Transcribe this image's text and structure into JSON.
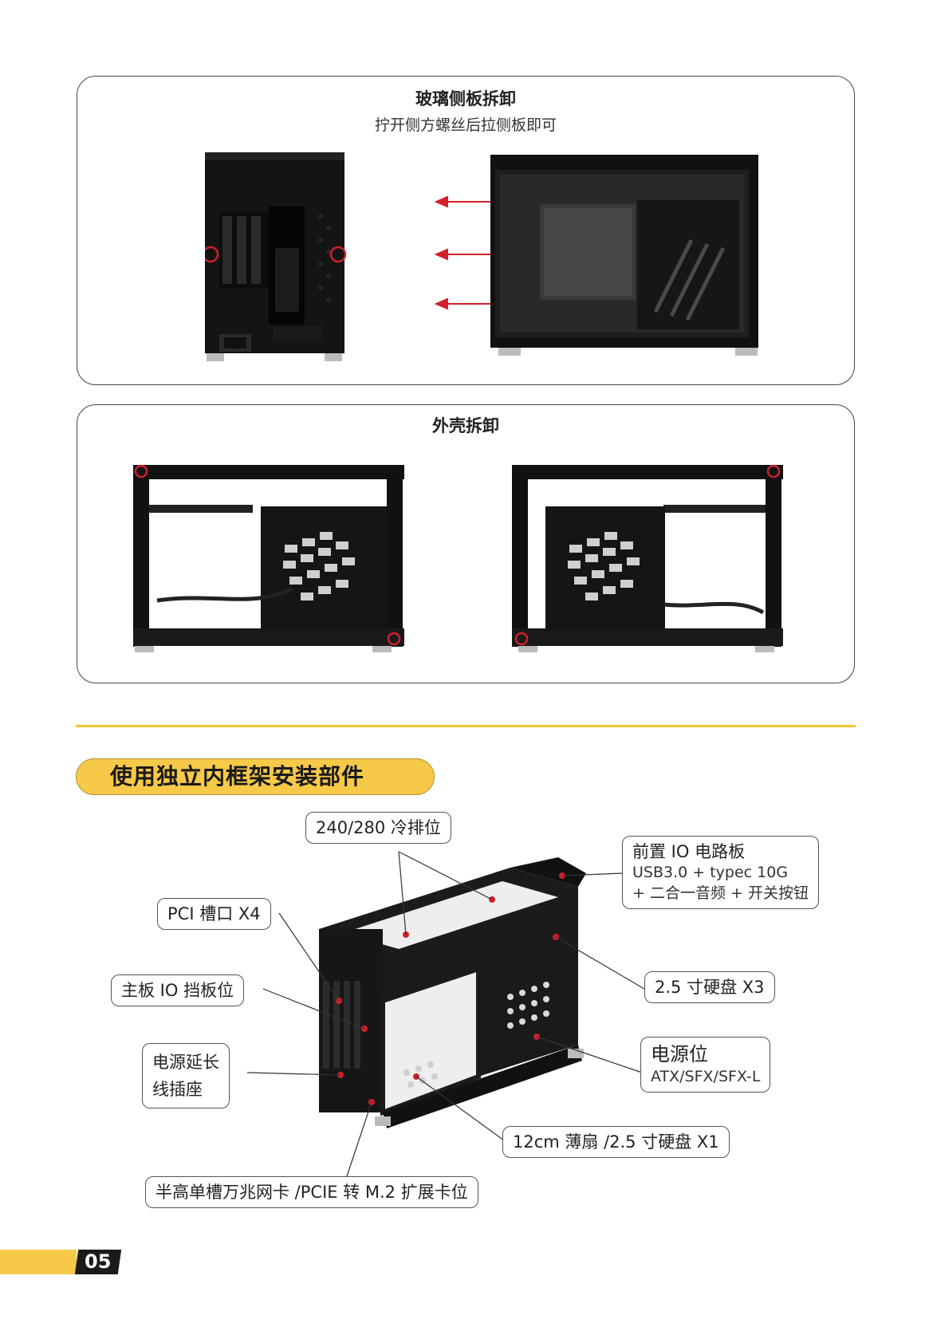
{
  "panels": {
    "glass": {
      "title": "玻璃侧板拆卸",
      "subtitle": "拧开侧方螺丝后拉侧板即可"
    },
    "shell": {
      "title": "外壳拆卸"
    }
  },
  "section": {
    "title": "使用独立内框架安装部件"
  },
  "callouts": {
    "radiator": "240/280 冷排位",
    "front_io_title": "前置 IO 电路板",
    "front_io_line1": "USB3.0 + typec 10G",
    "front_io_line2": "+ 二合一音频 + 开关按钮",
    "pci": "PCI 槽口 X4",
    "mb_io": "主板 IO 挡板位",
    "hdd": "2.5 寸硬盘 X3",
    "psu_ext_line1": "电源延长",
    "psu_ext_line2": "线插座",
    "psu_title": "电源位",
    "psu_sub": "ATX/SFX/SFX-L",
    "fan": "12cm 薄扇 /2.5 寸硬盘 X1",
    "card": "半高单槽万兆网卡 /PCIE 转 M.2 扩展卡位"
  },
  "page": {
    "number": "05"
  },
  "colors": {
    "accent_yellow": "#f7c948",
    "divider_yellow": "#f4c430",
    "marker_red": "#d0202a",
    "case_black": "#111111"
  }
}
